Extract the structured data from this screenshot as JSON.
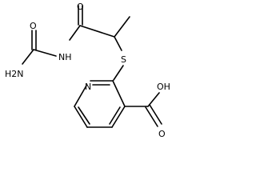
{
  "molecule": {
    "atoms": {
      "carbonyl_o": "O",
      "amide_nh": "NH",
      "amine_nh2": "H2N",
      "urea_o": "O",
      "thioether_s": "S",
      "pyridine_n": "N",
      "acid_oh": "OH",
      "acid_o": "O"
    }
  }
}
